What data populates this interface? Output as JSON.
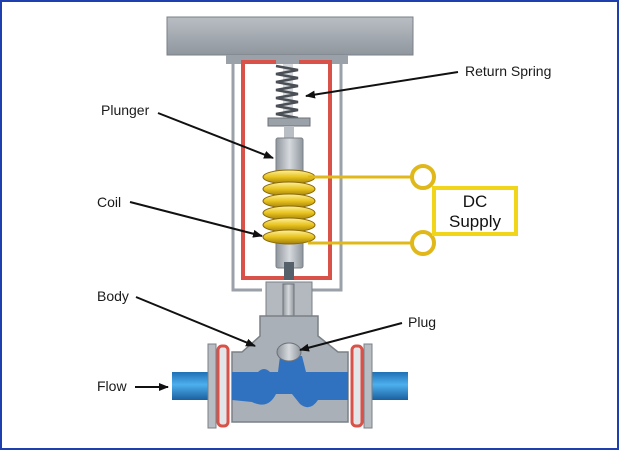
{
  "labels": {
    "return_spring": "Return Spring",
    "plunger": "Plunger",
    "coil": "Coil",
    "body": "Body",
    "plug": "Plug",
    "flow": "Flow"
  },
  "dc_supply": {
    "line1": "DC",
    "line2": "Supply"
  },
  "colors": {
    "frame_border": "#1f3fae",
    "coil": "#e0b81a",
    "housing": "#d8524a",
    "pipe": "#2f8fd6",
    "fluid": "#2a6fc0",
    "body_metal": "#a9b0b8",
    "mount_plate": "#9aa1a8",
    "supply_box": "#f1d51a"
  }
}
